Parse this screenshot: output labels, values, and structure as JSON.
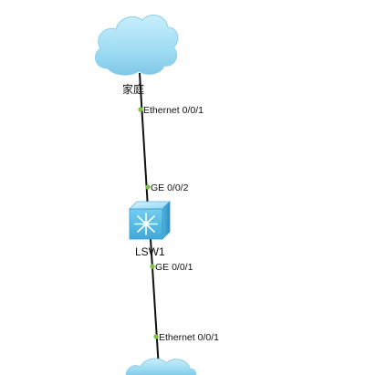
{
  "nodes": {
    "top_cloud": {
      "label": "家庭"
    },
    "switch": {
      "label": "LSW1"
    },
    "bottom_cloud": {
      "label": ""
    }
  },
  "links": [
    {
      "from": "top_cloud",
      "to": "switch",
      "from_port": "Ethernet 0/0/1",
      "to_port": "GE 0/0/2"
    },
    {
      "from": "switch",
      "to": "bottom_cloud",
      "from_port": "GE 0/0/1",
      "to_port": "Ethernet 0/0/1"
    }
  ],
  "colors": {
    "link": "#111111",
    "port_dot": "#7cc142",
    "cloud_fill": "#9fdcf3",
    "cloud_shade": "#7fc8e8",
    "switch_fill": "#6ec6ea"
  }
}
